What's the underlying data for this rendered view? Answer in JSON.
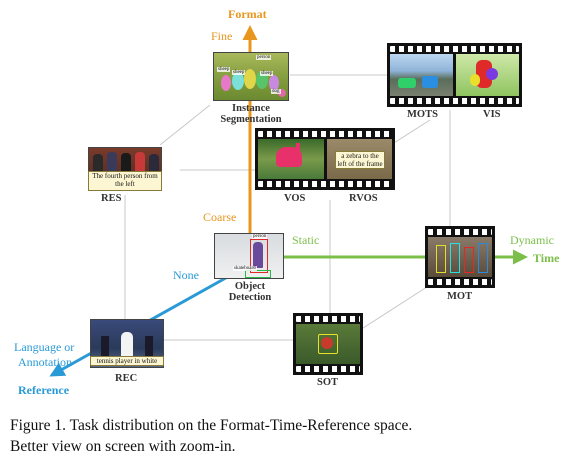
{
  "axes": {
    "format": {
      "title": "Format",
      "high": "Fine",
      "low": "Coarse",
      "color": "#e8961e"
    },
    "time": {
      "title": "Time",
      "low": "Static",
      "high": "Dynamic",
      "color": "#7bbf4a"
    },
    "reference": {
      "title": "Reference",
      "low": "None",
      "high_line1": "Language or",
      "high_line2": "Annotation",
      "color": "#2a9ad6"
    }
  },
  "tasks": {
    "instance_seg": {
      "line1": "Instance",
      "line2": "Segmentation",
      "tags": [
        "person",
        "sheep",
        "sheep",
        "sheep",
        "dog"
      ]
    },
    "mots": {
      "label": "MOTS"
    },
    "vis": {
      "label": "VIS"
    },
    "res": {
      "label": "RES",
      "caption": "The fourth person from the left"
    },
    "vos": {
      "label": "VOS"
    },
    "rvos": {
      "label": "RVOS",
      "caption": "a zebra to the left of the frame"
    },
    "object_detection": {
      "line1": "Object",
      "line2": "Detection",
      "tags": [
        "person",
        "skateboard"
      ]
    },
    "mot": {
      "label": "MOT"
    },
    "rec": {
      "label": "REC",
      "caption": "tennis player in white"
    },
    "sot": {
      "label": "SOT"
    }
  },
  "caption": {
    "line1": "Figure 1. Task distribution on the Format-Time-Reference space.",
    "line2": "Better view on screen with zoom-in."
  }
}
